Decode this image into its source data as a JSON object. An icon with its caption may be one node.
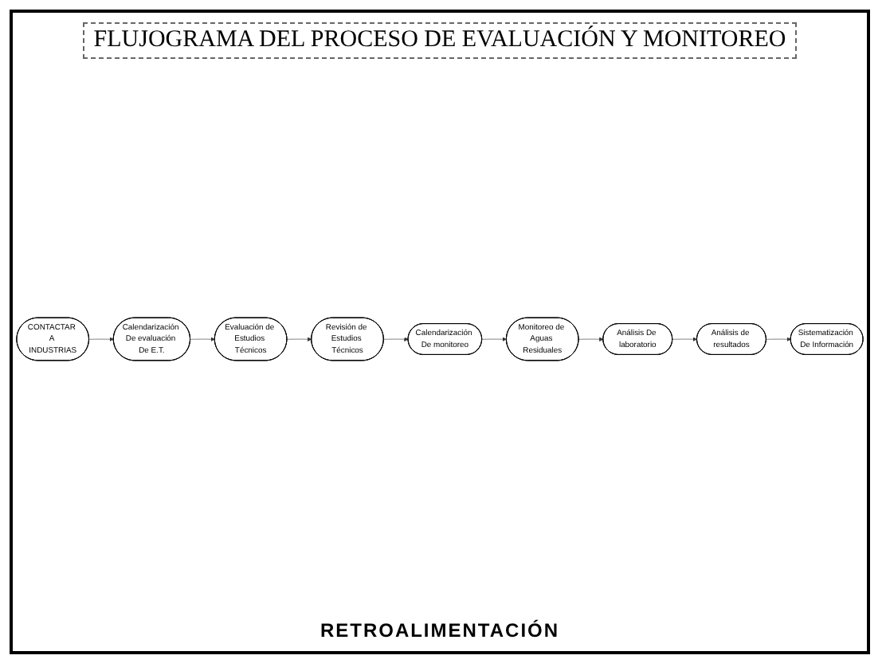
{
  "diagram": {
    "title": "FLUJOGRAMA DEL PROCESO DE EVALUACIÓN Y MONITOREO",
    "nodes": [
      {
        "text": [
          "CONTACTAR A INDUSTRIAS"
        ]
      },
      {
        "text": [
          "Calendarización De evaluación De E.T."
        ]
      },
      {
        "text": [
          "Evaluación de Estudios Técnicos"
        ]
      },
      {
        "text": [
          "Revisión de Estudios Técnicos"
        ]
      },
      {
        "text": [
          "Calendarización De monitoreo"
        ]
      },
      {
        "text": [
          "Monitoreo de Aguas Residuales"
        ]
      },
      {
        "text": [
          "Análisis De laboratorio"
        ]
      },
      {
        "text": [
          "Análisis de resultados"
        ]
      },
      {
        "text": [
          "Sistematización De Información"
        ]
      }
    ],
    "edges": [
      {
        "from": 0,
        "to": 1,
        "arrow": "to"
      },
      {
        "from": 1,
        "to": 2,
        "arrow": "to"
      },
      {
        "from": 2,
        "to": 3,
        "arrow": "to"
      },
      {
        "from": 3,
        "to": 4,
        "arrow": "to"
      },
      {
        "from": 4,
        "to": 5,
        "arrow": "to"
      },
      {
        "from": 5,
        "to": 6,
        "arrow": "to"
      },
      {
        "from": 6,
        "to": 7,
        "arrow": "to"
      },
      {
        "from": 7,
        "to": 8,
        "arrow": "to"
      }
    ],
    "labels": [
      "RETROALIMENTACIÓN"
    ]
  }
}
